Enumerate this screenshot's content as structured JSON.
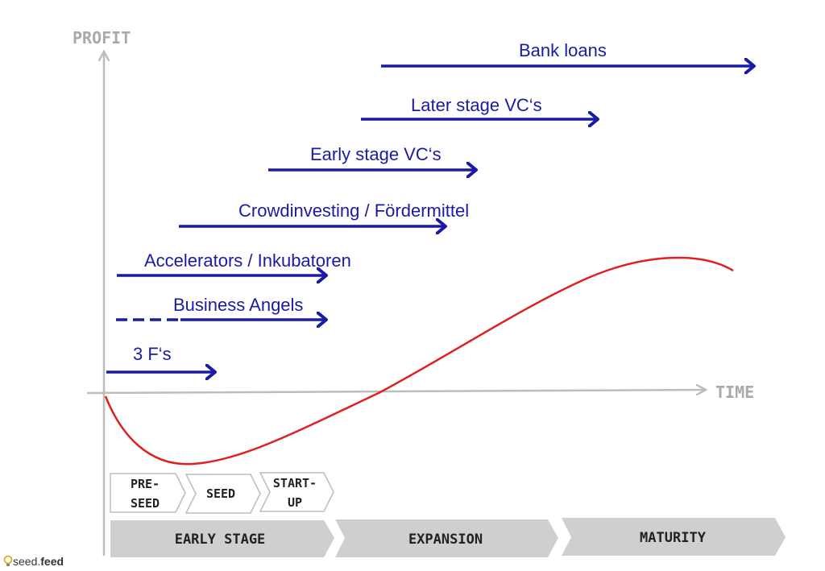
{
  "axes": {
    "y_label": "PROFIT",
    "x_label": "TIME"
  },
  "funding_arrows": [
    {
      "label": "Bank loans"
    },
    {
      "label": "Later stage VC‘s"
    },
    {
      "label": "Early stage VC‘s"
    },
    {
      "label": "Crowdinvesting / Fördermittel"
    },
    {
      "label": "Accelerators / Inkubatoren"
    },
    {
      "label": "Business Angels"
    },
    {
      "label": "3 F‘s"
    }
  ],
  "small_stages": [
    {
      "line1": "PRE-",
      "line2": "SEED"
    },
    {
      "line1": "SEED",
      "line2": ""
    },
    {
      "line1": "START-",
      "line2": "UP"
    }
  ],
  "big_stages": [
    {
      "label": "EARLY STAGE"
    },
    {
      "label": "EXPANSION"
    },
    {
      "label": "MATURITY"
    }
  ],
  "logo": {
    "part1": "seed.",
    "part2": "feed"
  },
  "colors": {
    "arrow": "#1a1aa8",
    "curve": "#e02020",
    "axis": "#bdbdbd",
    "stage_fill": "#cfcfcf"
  }
}
